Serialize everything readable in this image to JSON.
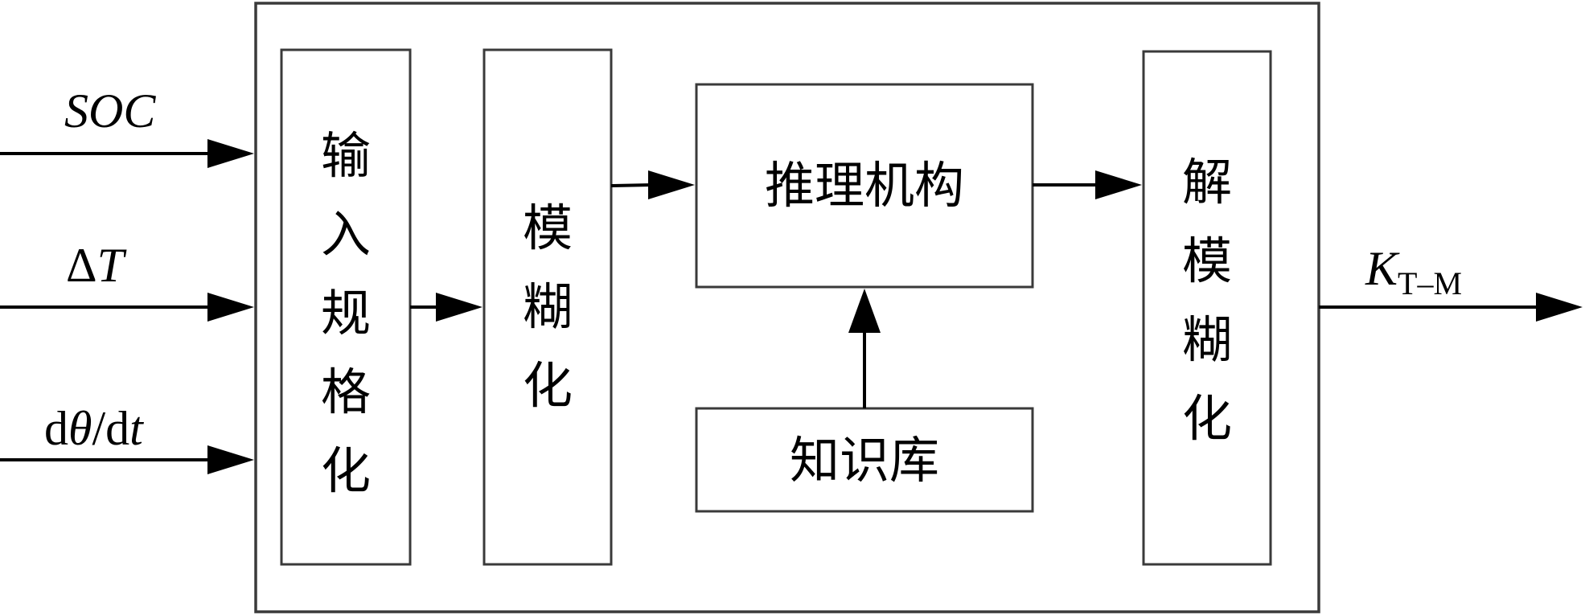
{
  "diagram": {
    "inputs": [
      {
        "label": "SOC"
      },
      {
        "label_prefix": "Δ",
        "label_main": "T"
      },
      {
        "label_a": "d",
        "label_b": "θ",
        "label_c": "/d",
        "label_d": "t"
      }
    ],
    "blocks": {
      "normalize": [
        "输",
        "入",
        "规",
        "格",
        "化"
      ],
      "fuzzify": [
        "模",
        "糊",
        "化"
      ],
      "inference": "推理机构",
      "knowledge": "知识库",
      "defuzzify": [
        "解",
        "模",
        "糊",
        "化"
      ]
    },
    "output": {
      "main": "K",
      "sub": "T–M"
    }
  }
}
